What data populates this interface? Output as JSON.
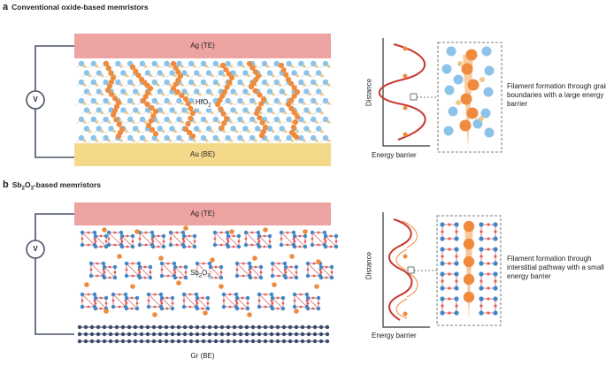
{
  "panel_a": {
    "letter": "a",
    "title": "Conventional oxide-based memristors",
    "top_electrode": "Ag (TE)",
    "bottom_electrode": "Au (BE)",
    "layer_label_main": "HfO",
    "layer_label_sub": "2",
    "voltmeter": "V",
    "y_axis": "Distance",
    "x_axis": "Energy barrier",
    "caption": "Filament formation through grain boundaries with a large energy barrier"
  },
  "panel_b": {
    "letter": "b",
    "title_main": "Sb",
    "title_sub1": "2",
    "title_mid": "O",
    "title_sub2": "3",
    "title_rest": "-based memristors",
    "top_electrode": "Ag (TE)",
    "bottom_electrode": "Gr (BE)",
    "layer_label_main": "Sb",
    "layer_label_sub1": "2",
    "layer_label_mid": "O",
    "layer_label_sub2": "3",
    "voltmeter": "V",
    "y_axis": "Distance",
    "x_axis": "Energy barrier",
    "caption": "Filament formation through interstitial pathway with a small energy barrier"
  },
  "colors": {
    "electrode_top": "#eea3a3",
    "electrode_bottom_a": "#f5d98b",
    "ag_atom": "#f08a3c",
    "oxygen_atom": "#f0c98a",
    "hf_atom": "#8dc3e8",
    "sb_atom": "#3d87c9",
    "curve": "#c8382f",
    "graphene": "#3b4a6b"
  }
}
